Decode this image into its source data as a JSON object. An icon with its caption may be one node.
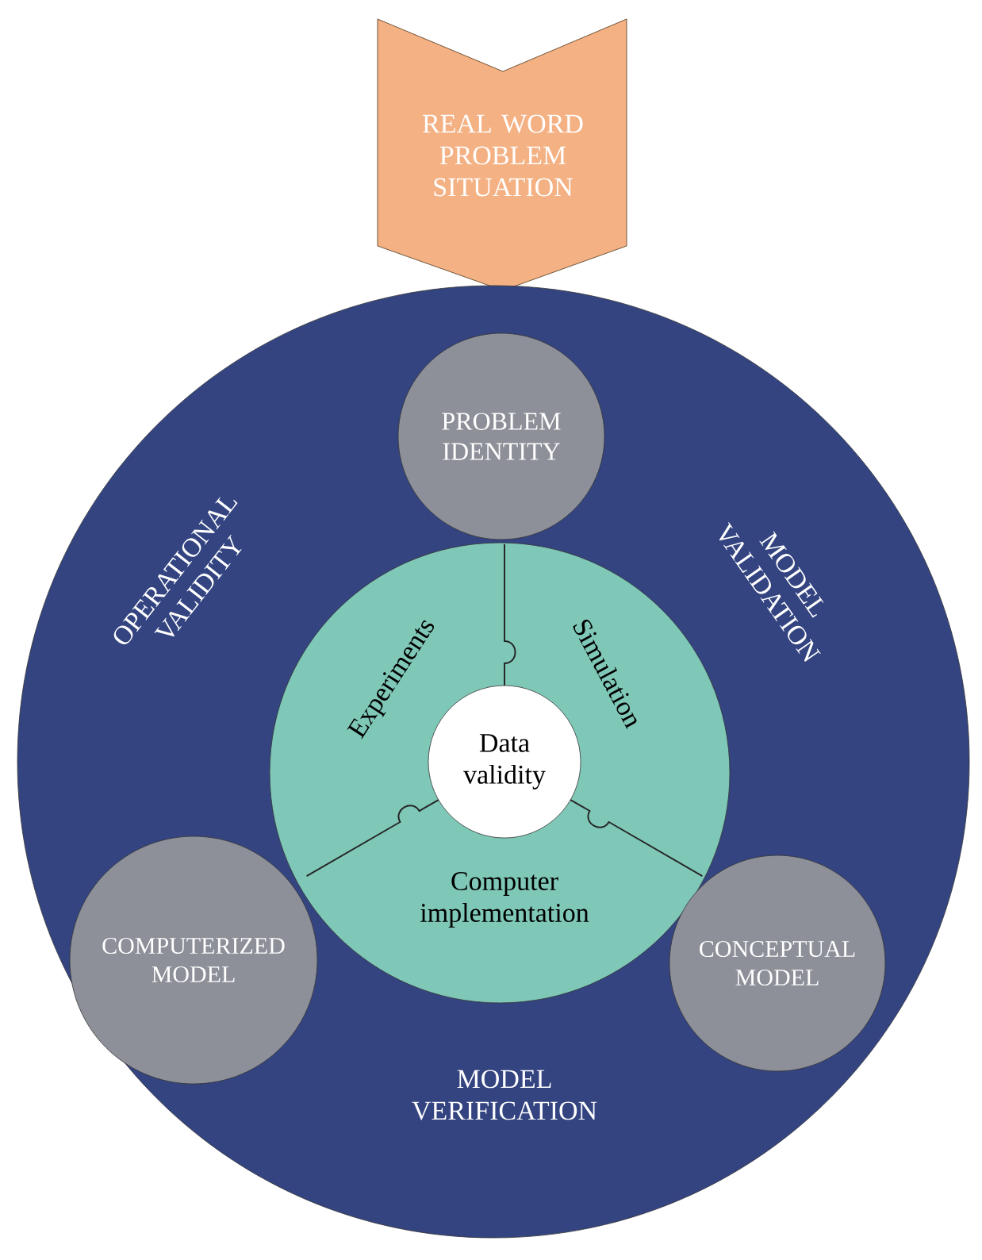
{
  "diagram": {
    "nodes": [
      {
        "text": [
          "REAL WORD PROBLEM SITUATION"
        ]
      },
      {
        "text": [
          "OPERATIONAL VALIDITY",
          "MODEL VALIDATION",
          "MODEL VERIFICATION"
        ]
      },
      {
        "text": [
          "PROBLEM IDENTITY"
        ],
        "in": 1
      },
      {
        "text": [
          "Experiments",
          "Simulation",
          "Computer implementation"
        ],
        "in": 1
      },
      {
        "text": [
          "Data validity"
        ],
        "in": 3
      },
      {
        "text": [
          "COMPUTERIZED MODEL"
        ],
        "in": 1
      },
      {
        "text": [
          "CONCEPTUAL MODEL"
        ],
        "in": 1
      }
    ]
  }
}
